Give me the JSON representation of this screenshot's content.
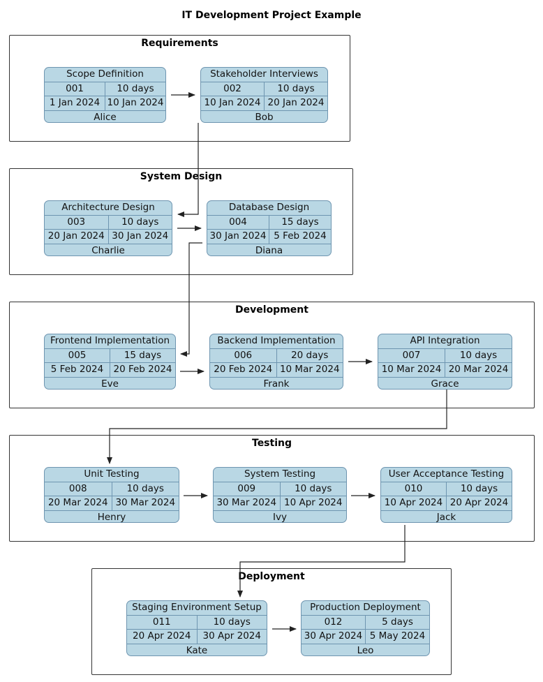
{
  "title": "IT Development Project Example",
  "phases": [
    {
      "name": "Requirements"
    },
    {
      "name": "System Design"
    },
    {
      "name": "Development"
    },
    {
      "name": "Testing"
    },
    {
      "name": "Deployment"
    }
  ],
  "tasks": [
    {
      "name": "Scope Definition",
      "id": "001",
      "duration": "10 days",
      "start": "1 Jan 2024",
      "end": "10 Jan 2024",
      "owner": "Alice"
    },
    {
      "name": "Stakeholder Interviews",
      "id": "002",
      "duration": "10 days",
      "start": "10 Jan 2024",
      "end": "20 Jan 2024",
      "owner": "Bob"
    },
    {
      "name": "Architecture Design",
      "id": "003",
      "duration": "10 days",
      "start": "20 Jan 2024",
      "end": "30 Jan 2024",
      "owner": "Charlie"
    },
    {
      "name": "Database Design",
      "id": "004",
      "duration": "15 days",
      "start": "30 Jan 2024",
      "end": "5 Feb 2024",
      "owner": "Diana"
    },
    {
      "name": "Frontend Implementation",
      "id": "005",
      "duration": "15 days",
      "start": "5 Feb 2024",
      "end": "20 Feb 2024",
      "owner": "Eve"
    },
    {
      "name": "Backend Implementation",
      "id": "006",
      "duration": "20 days",
      "start": "20 Feb 2024",
      "end": "10 Mar 2024",
      "owner": "Frank"
    },
    {
      "name": "API Integration",
      "id": "007",
      "duration": "10 days",
      "start": "10 Mar 2024",
      "end": "20 Mar 2024",
      "owner": "Grace"
    },
    {
      "name": "Unit Testing",
      "id": "008",
      "duration": "10 days",
      "start": "20 Mar 2024",
      "end": "30 Mar 2024",
      "owner": "Henry"
    },
    {
      "name": "System Testing",
      "id": "009",
      "duration": "10 days",
      "start": "30 Mar 2024",
      "end": "10 Apr 2024",
      "owner": "Ivy"
    },
    {
      "name": "User Acceptance Testing",
      "id": "010",
      "duration": "10 days",
      "start": "10 Apr 2024",
      "end": "20 Apr 2024",
      "owner": "Jack"
    },
    {
      "name": "Staging Environment Setup",
      "id": "011",
      "duration": "10 days",
      "start": "20 Apr 2024",
      "end": "30 Apr 2024",
      "owner": "Kate"
    },
    {
      "name": "Production Deployment",
      "id": "012",
      "duration": "5 days",
      "start": "30 Apr 2024",
      "end": "5 May 2024",
      "owner": "Leo"
    }
  ],
  "colors": {
    "task_fill": "#b9d7e4",
    "task_border": "#6e95b0",
    "line": "#222222"
  }
}
